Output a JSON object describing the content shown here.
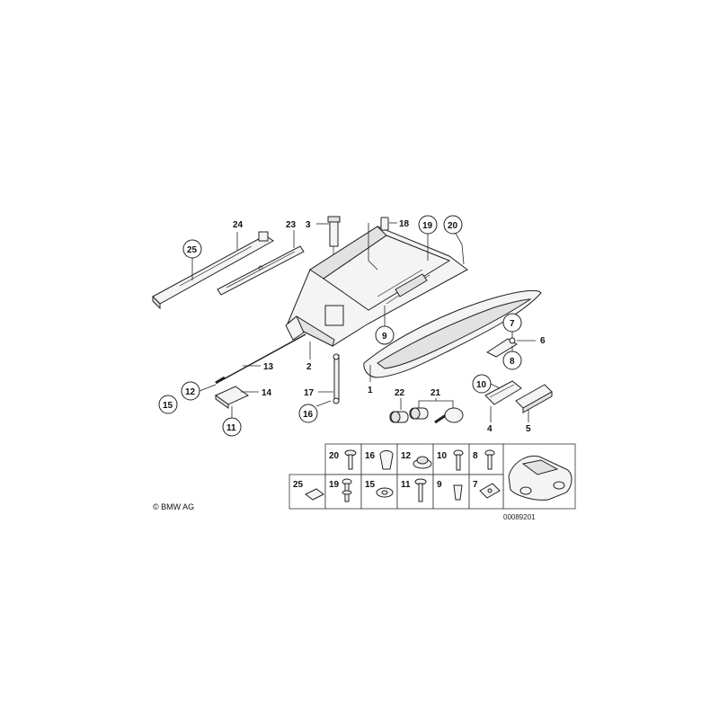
{
  "diagram": {
    "copyright": "© BMW AG",
    "drawing_number": "00089201",
    "callouts": {
      "c1": "1",
      "c2": "2",
      "c3": "3",
      "c4": "4",
      "c5": "5",
      "c6": "6",
      "c7": "7",
      "c8": "8",
      "c9": "9",
      "c10": "10",
      "c11": "11",
      "c12": "12",
      "c13": "13",
      "c14": "14",
      "c15": "15",
      "c16": "16",
      "c17": "17",
      "c18": "18",
      "c19": "19",
      "c20": "20",
      "c21": "21",
      "c22": "22",
      "c23": "23",
      "c24": "24",
      "c25": "25"
    },
    "hardware_table": {
      "row1": [
        "20",
        "16",
        "12",
        "10",
        "8"
      ],
      "row2": [
        "25",
        "19",
        "15",
        "11",
        "9",
        "7"
      ]
    }
  }
}
